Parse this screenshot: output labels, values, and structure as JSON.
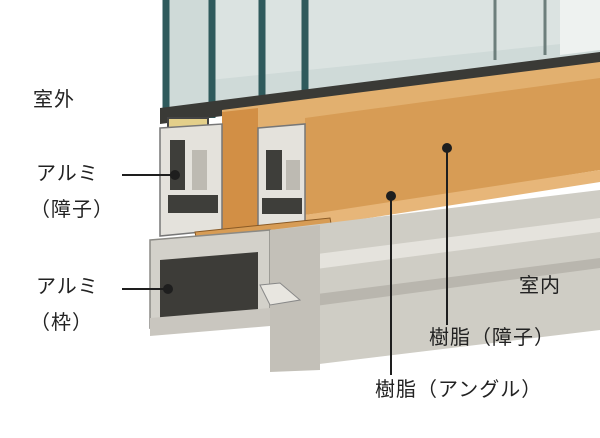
{
  "labels": {
    "outside": "室外",
    "alu_sash_1": "アルミ",
    "alu_sash_2": "（障子）",
    "alu_frame_1": "アルミ",
    "alu_frame_2": "（枠）",
    "inside": "室内",
    "resin_sash": "樹脂（障子）",
    "resin_angle": "樹脂（アングル）"
  },
  "colors": {
    "wood": "#d79c55",
    "aluminum": "#d8d6cf",
    "glass_frame": "#2f5a5c",
    "glass": "#c9d6d4"
  }
}
